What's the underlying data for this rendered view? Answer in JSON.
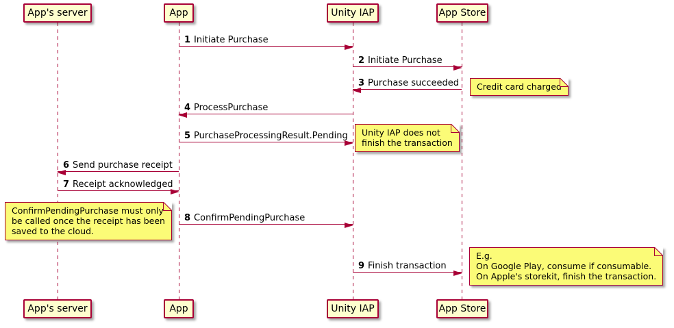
{
  "colors": {
    "line_and_border": "#A80036",
    "participant_fill": "#FEFECE",
    "note_fill": "#FBFB77",
    "text": "#000000",
    "background": "#FFFFFF"
  },
  "participants": [
    {
      "name": "App's server"
    },
    {
      "name": "App"
    },
    {
      "name": "Unity IAP"
    },
    {
      "name": "App Store"
    }
  ],
  "messages": [
    {
      "num": "1",
      "text": "Initiate Purchase",
      "from": "App",
      "to": "Unity IAP"
    },
    {
      "num": "2",
      "text": "Initiate Purchase",
      "from": "Unity IAP",
      "to": "App Store"
    },
    {
      "num": "3",
      "text": "Purchase succeeded",
      "from": "App Store",
      "to": "Unity IAP"
    },
    {
      "num": "4",
      "text": "ProcessPurchase",
      "from": "Unity IAP",
      "to": "App"
    },
    {
      "num": "5",
      "text": "PurchaseProcessingResult.Pending",
      "from": "App",
      "to": "Unity IAP"
    },
    {
      "num": "6",
      "text": "Send purchase receipt",
      "from": "App",
      "to": "App's server"
    },
    {
      "num": "7",
      "text": "Receipt acknowledged",
      "from": "App's server",
      "to": "App"
    },
    {
      "num": "8",
      "text": "ConfirmPendingPurchase",
      "from": "App",
      "to": "Unity IAP"
    },
    {
      "num": "9",
      "text": "Finish transaction",
      "from": "Unity IAP",
      "to": "App Store"
    }
  ],
  "notes": [
    {
      "lines": [
        "Credit card charged"
      ]
    },
    {
      "lines": [
        "Unity IAP does not",
        "finish the transaction"
      ]
    },
    {
      "lines": [
        "ConfirmPendingPurchase must only",
        "be called once the receipt has been",
        "saved to the cloud."
      ]
    },
    {
      "lines": [
        "E.g.",
        "On Google Play, consume if consumable.",
        "On Apple's storekit, finish the transaction."
      ]
    }
  ]
}
